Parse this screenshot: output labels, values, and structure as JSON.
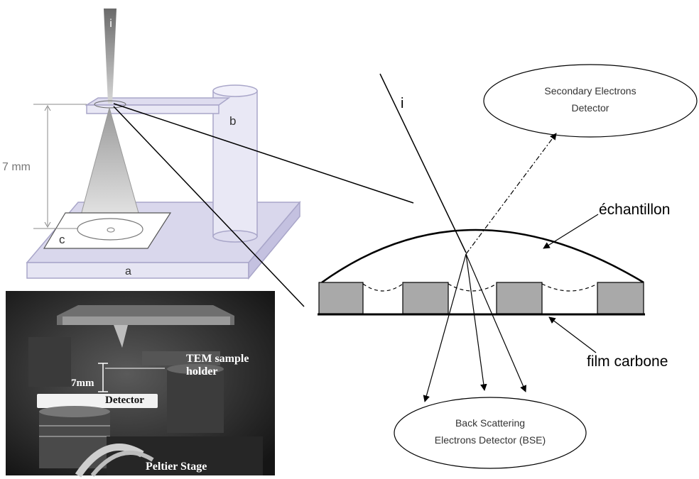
{
  "schematic": {
    "label_i": "i",
    "label_b": "b",
    "label_a": "a",
    "label_c": "c",
    "distance_label": "7 mm"
  },
  "photo": {
    "label_distance": "7mm",
    "label_detector": "Detector",
    "label_holder_line1": "TEM sample",
    "label_holder_line2": "holder",
    "label_stage": "Peltier Stage"
  },
  "detail": {
    "label_i": "i",
    "se_detector_line1": "Secondary Electrons",
    "se_detector_line2": "Detector",
    "sample_label": "échantillon",
    "film_label": "film carbone",
    "bse_detector_line1": "Back Scattering",
    "bse_detector_line2": "Electrons Detector (BSE)"
  },
  "colors": {
    "stage": "#d9d7ec",
    "stage_edge": "#a9a6c9",
    "beam_gray": "#8e8e8e",
    "grid_bar": "#a9a9a9",
    "photo_bg": "#2b2b2b"
  }
}
